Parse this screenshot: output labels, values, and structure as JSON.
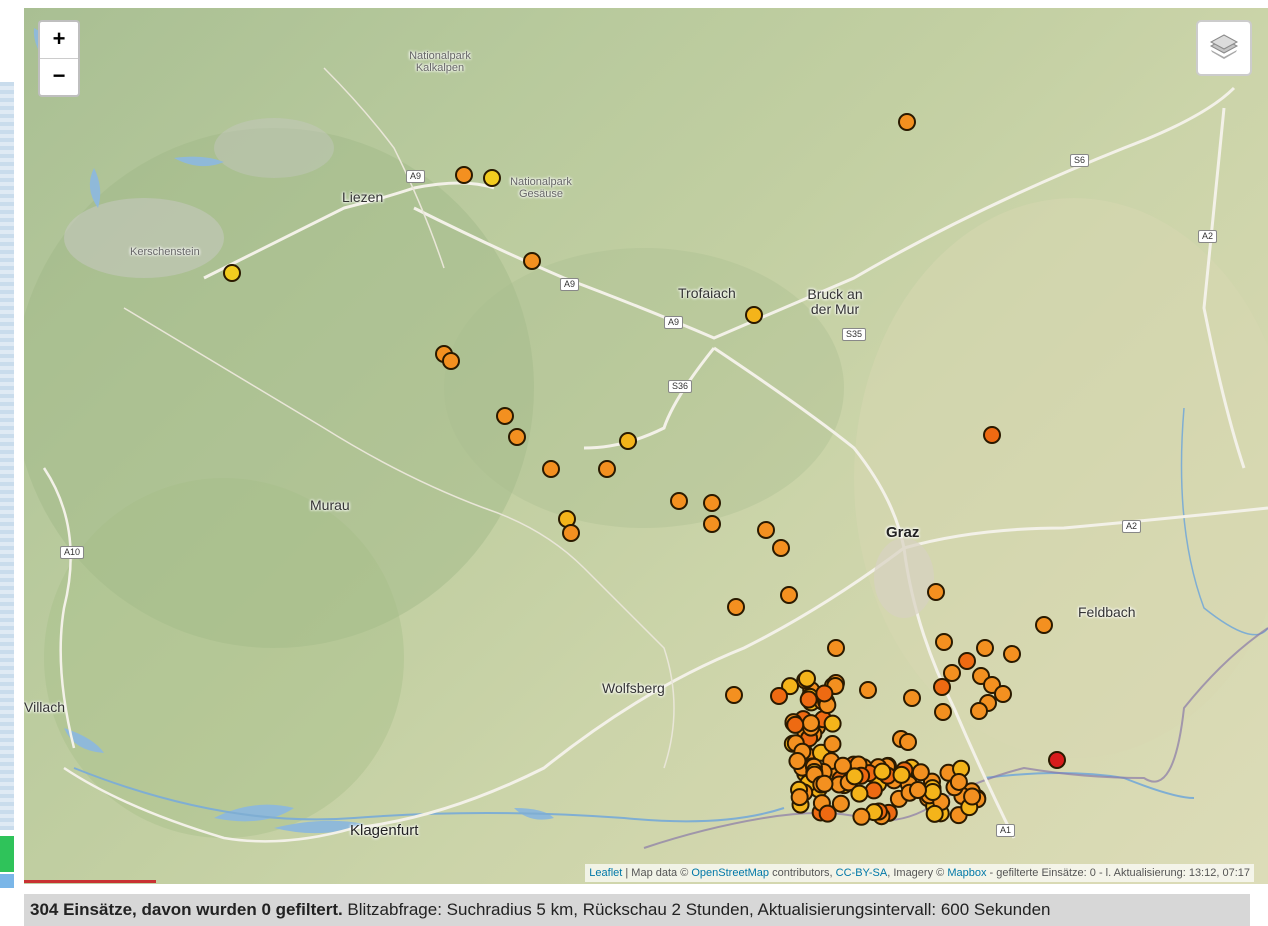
{
  "map": {
    "cities": [
      {
        "name": "Liezen"
      },
      {
        "name": "Trofaiach"
      },
      {
        "name": "Bruck an der Mur"
      },
      {
        "name": "Murau"
      },
      {
        "name": "Graz"
      },
      {
        "name": "Feldbach"
      },
      {
        "name": "Wolfsberg"
      },
      {
        "name": "Klagenfurt"
      },
      {
        "name": "Villach"
      },
      {
        "name": "Kerschenstein"
      },
      {
        "name": "Nationalpark Gesäuse"
      },
      {
        "name": "Nationalpark Kalkalpen"
      }
    ],
    "roads": [
      "A9",
      "A9",
      "A9",
      "S35",
      "S36",
      "S6",
      "A2",
      "A2",
      "A10",
      "A1"
    ],
    "marker_colors": {
      "yellow": "#f2cc1f",
      "gold": "#f4b41a",
      "orange": "#f39020",
      "deep": "#ee6a12",
      "red": "#d81c1c"
    },
    "markers_count": 304
  },
  "controls": {
    "zoom_in": "+",
    "zoom_out": "−",
    "layers_icon": "layers-icon"
  },
  "attribution": {
    "leaflet": "Leaflet",
    "sep": " | Map data © ",
    "osm": "OpenStreetMap",
    "contrib": " contributors, ",
    "license": "CC-BY-SA",
    "imagery": ", Imagery © ",
    "mapbox": "Mapbox",
    "status": " - gefilterte Einsätze: 0 - l. Aktualisierung: 13:12, 07:17"
  },
  "footer": {
    "bold": "304 Einsätze, davon wurden 0 gefiltert.",
    "rest": " Blitzabfrage: Suchradius 5 km, Rückschau 2 Stunden, Aktualisierungsintervall: 600 Sekunden"
  }
}
